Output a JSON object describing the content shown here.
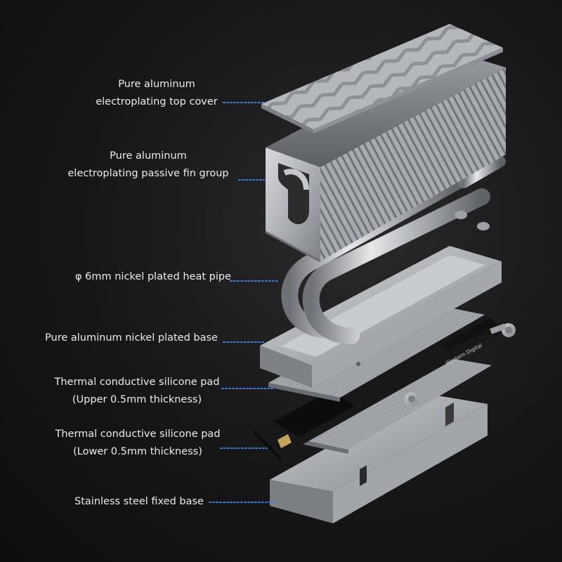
{
  "labels": [
    {
      "lines": [
        "Pure aluminum",
        "electroplating top cover"
      ]
    },
    {
      "lines": [
        "Pure aluminum",
        "electroplating passive fin group"
      ]
    },
    {
      "lines": [
        "φ 6mm nickel plated heat pipe"
      ]
    },
    {
      "lines": [
        "Pure aluminum nickel plated base"
      ]
    },
    {
      "lines": [
        "Thermal conductive silicone pad",
        "(Upper 0.5mm thickness)"
      ]
    },
    {
      "lines": [
        "Thermal conductive silicone pad",
        "(Lower 0.5mm thickness)"
      ]
    },
    {
      "lines": [
        "Stainless steel fixed base"
      ]
    }
  ],
  "ssd_brand": "Western Digital",
  "colors": {
    "background": "#151516",
    "label_text": "#ececec",
    "leader_dots": "#3f7fe0",
    "aluminum": "#b9bcc0",
    "pad": "#9c9fa4",
    "pcb": "#141414"
  }
}
